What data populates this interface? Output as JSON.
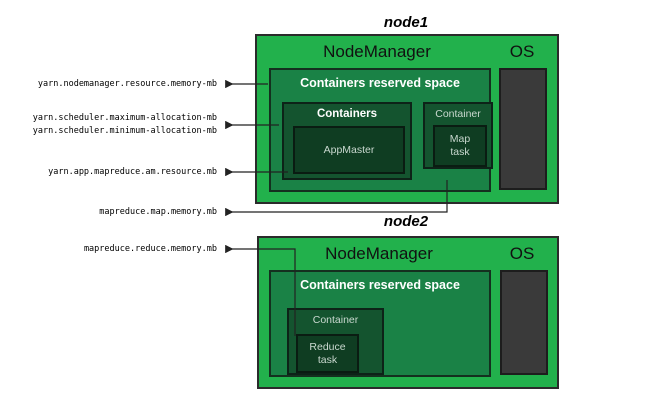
{
  "diagram": {
    "title_hidden": "",
    "background": "#ffffff",
    "colors": {
      "node_green": "#22b14c",
      "reserved_green": "#1a8246",
      "containers_green": "#14542f",
      "task_green": "#0f3d22",
      "os_dark": "#3a3a3a",
      "border_dark": "#2b2b2b",
      "text_black": "#000000",
      "text_white": "#ffffff",
      "text_muted": "#c9d8cf"
    }
  },
  "nodes": [
    {
      "id": "node1",
      "title": "node1",
      "nodemanager_label": "NodeManager",
      "os_label": "OS",
      "reserved_label": "Containers reserved space",
      "containers_label": "Containers",
      "container_label": "Container",
      "appmaster_label": "AppMaster",
      "map_task_label_line1": "Map",
      "map_task_label_line2": "task"
    },
    {
      "id": "node2",
      "title": "node2",
      "nodemanager_label": "NodeManager",
      "os_label": "OS",
      "reserved_label": "Containers reserved space",
      "container_label": "Container",
      "reduce_task_label_line1": "Reduce",
      "reduce_task_label_line2": "task"
    }
  ],
  "config_labels": [
    {
      "id": "nm-resource-memory",
      "text": "yarn.nodemanager.resource.memory-mb"
    },
    {
      "id": "scheduler-max-alloc",
      "text": "yarn.scheduler.maximum-allocation-mb"
    },
    {
      "id": "scheduler-min-alloc",
      "text": "yarn.scheduler.minimum-allocation-mb"
    },
    {
      "id": "am-resource-mb",
      "text": "yarn.app.mapreduce.am.resource.mb"
    },
    {
      "id": "map-memory-mb",
      "text": "mapreduce.map.memory.mb"
    },
    {
      "id": "reduce-memory-mb",
      "text": "mapreduce.reduce.memory.mb"
    }
  ]
}
